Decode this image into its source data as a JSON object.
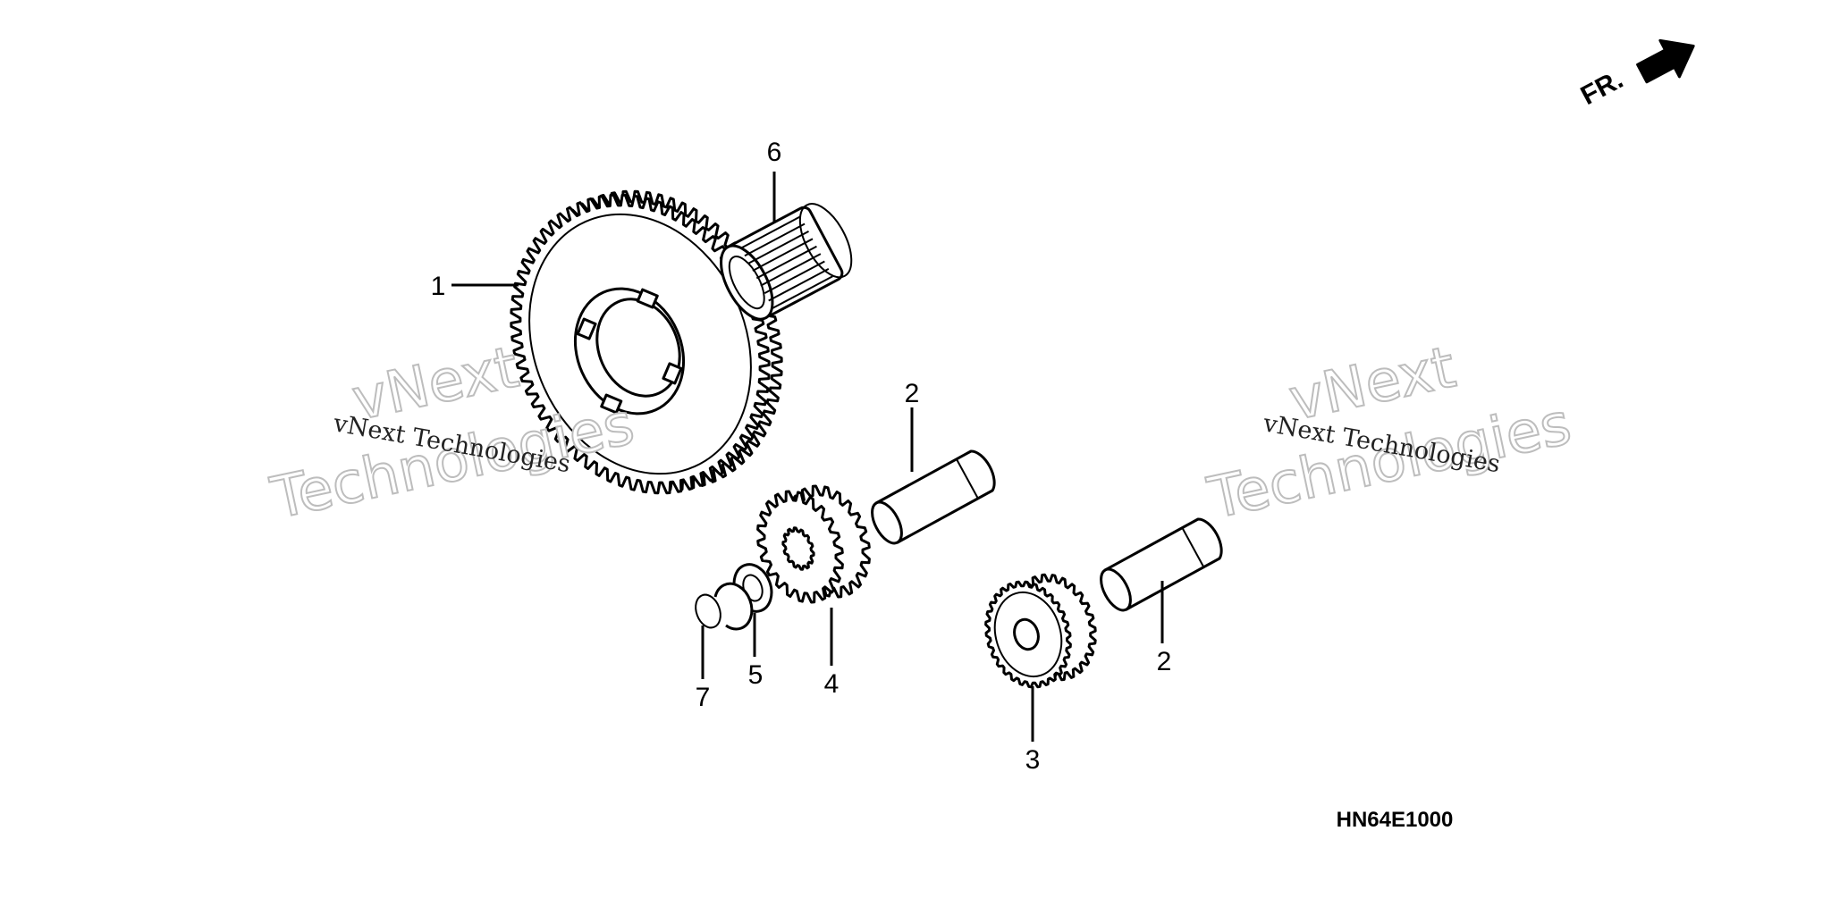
{
  "callouts": [
    {
      "id": "c1",
      "label": "1"
    },
    {
      "id": "c2a",
      "label": "2"
    },
    {
      "id": "c2b",
      "label": "2"
    },
    {
      "id": "c3",
      "label": "3"
    },
    {
      "id": "c4",
      "label": "4"
    },
    {
      "id": "c5",
      "label": "5"
    },
    {
      "id": "c6",
      "label": "6"
    },
    {
      "id": "c7",
      "label": "7"
    }
  ],
  "diagram_code": "HN64E1000",
  "direction_label": "FR.",
  "watermark": {
    "caption": "vNext Technologies",
    "line1": "vNext",
    "line2": "Technologies"
  },
  "icons": [
    "front-direction-arrow-icon"
  ]
}
